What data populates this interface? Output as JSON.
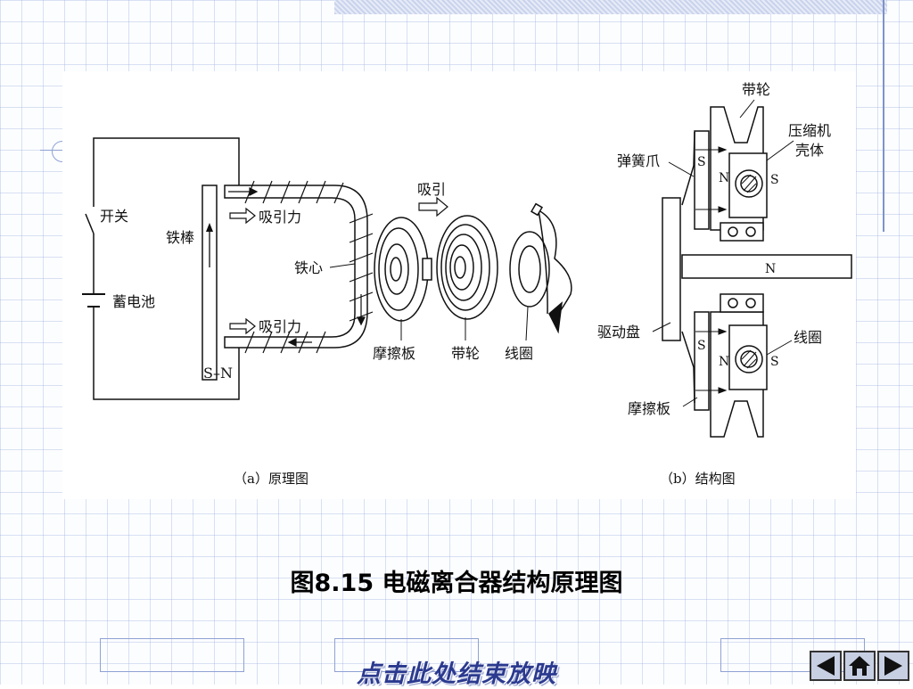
{
  "slide": {
    "title": "图8.15  电磁离合器结构原理图",
    "end_show_link": "点击此处结束放映"
  },
  "diagram_a": {
    "caption": "（a）原理图",
    "labels": {
      "switch": "开关",
      "battery": "蓄电池",
      "iron_rod": "铁棒",
      "pole_sn": "S–N",
      "attraction_top": "吸引力",
      "attraction_bottom": "吸引力",
      "iron_core": "铁心",
      "attract": "吸引",
      "friction_plate": "摩擦板",
      "pulley": "带轮",
      "coil": "线圈"
    }
  },
  "diagram_b": {
    "caption": "（b）结构图",
    "labels": {
      "pulley": "带轮",
      "compressor_housing_1": "压缩机",
      "compressor_housing_2": "壳体",
      "spring_claw": "弹簧爪",
      "drive_disc": "驱动盘",
      "coil": "线圈",
      "friction_plate": "摩擦板",
      "s_top": "S",
      "n_top": "N",
      "s2_top": "S",
      "n_shaft": "N",
      "s_bottom": "S",
      "n_bottom": "N",
      "s2_bottom": "S"
    }
  },
  "navigation": {
    "prev_icon": "triangle-left-icon",
    "home_icon": "home-icon",
    "next_icon": "triangle-right-icon"
  },
  "colors": {
    "link": "#2b3a8f",
    "grid": "#aabbe0",
    "nav_bg": "#c7cfe3"
  }
}
